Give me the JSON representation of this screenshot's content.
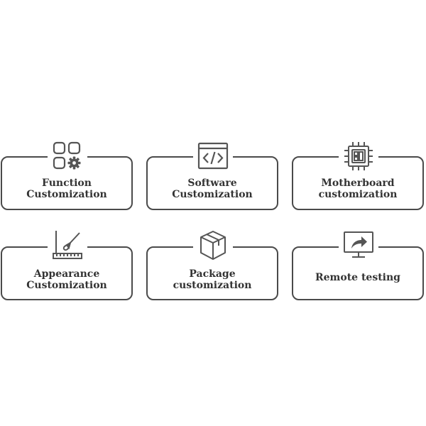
{
  "features": [
    {
      "icon": "app-grid-gear-icon",
      "line1": "Function",
      "line2": "Customization"
    },
    {
      "icon": "code-window-icon",
      "line1": "Software",
      "line2": "Customization"
    },
    {
      "icon": "chip-icon",
      "line1": "Motherboard",
      "line2": "customization"
    },
    {
      "icon": "ruler-brush-icon",
      "line1": "Appearance",
      "line2": "Customization"
    },
    {
      "icon": "box-package-icon",
      "line1": "Package",
      "line2": "customization"
    },
    {
      "icon": "monitor-share-icon",
      "line1": "Remote testing",
      "line2": ""
    }
  ],
  "colors": {
    "border": "#4a4a4a",
    "text": "#333333",
    "icon": "#555555",
    "background": "#ffffff"
  }
}
